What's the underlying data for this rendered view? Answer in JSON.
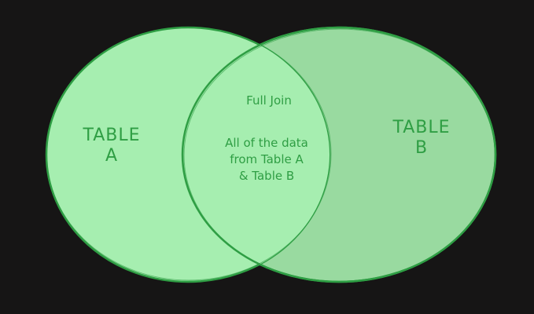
{
  "diagram": {
    "table_a_label": "TABLE\nA",
    "table_b_label": "TABLE\nB",
    "join_title": "Full Join",
    "join_description": "All of the data\nfrom Table A\n& Table B"
  },
  "colors": {
    "background": "#161515",
    "circle_fill": "#a6eeb0",
    "circle_b_fill": "#99daa0",
    "intersection_fill": "#a6eeb0",
    "stroke": "#2f9e44",
    "text": "#2f9e44"
  }
}
